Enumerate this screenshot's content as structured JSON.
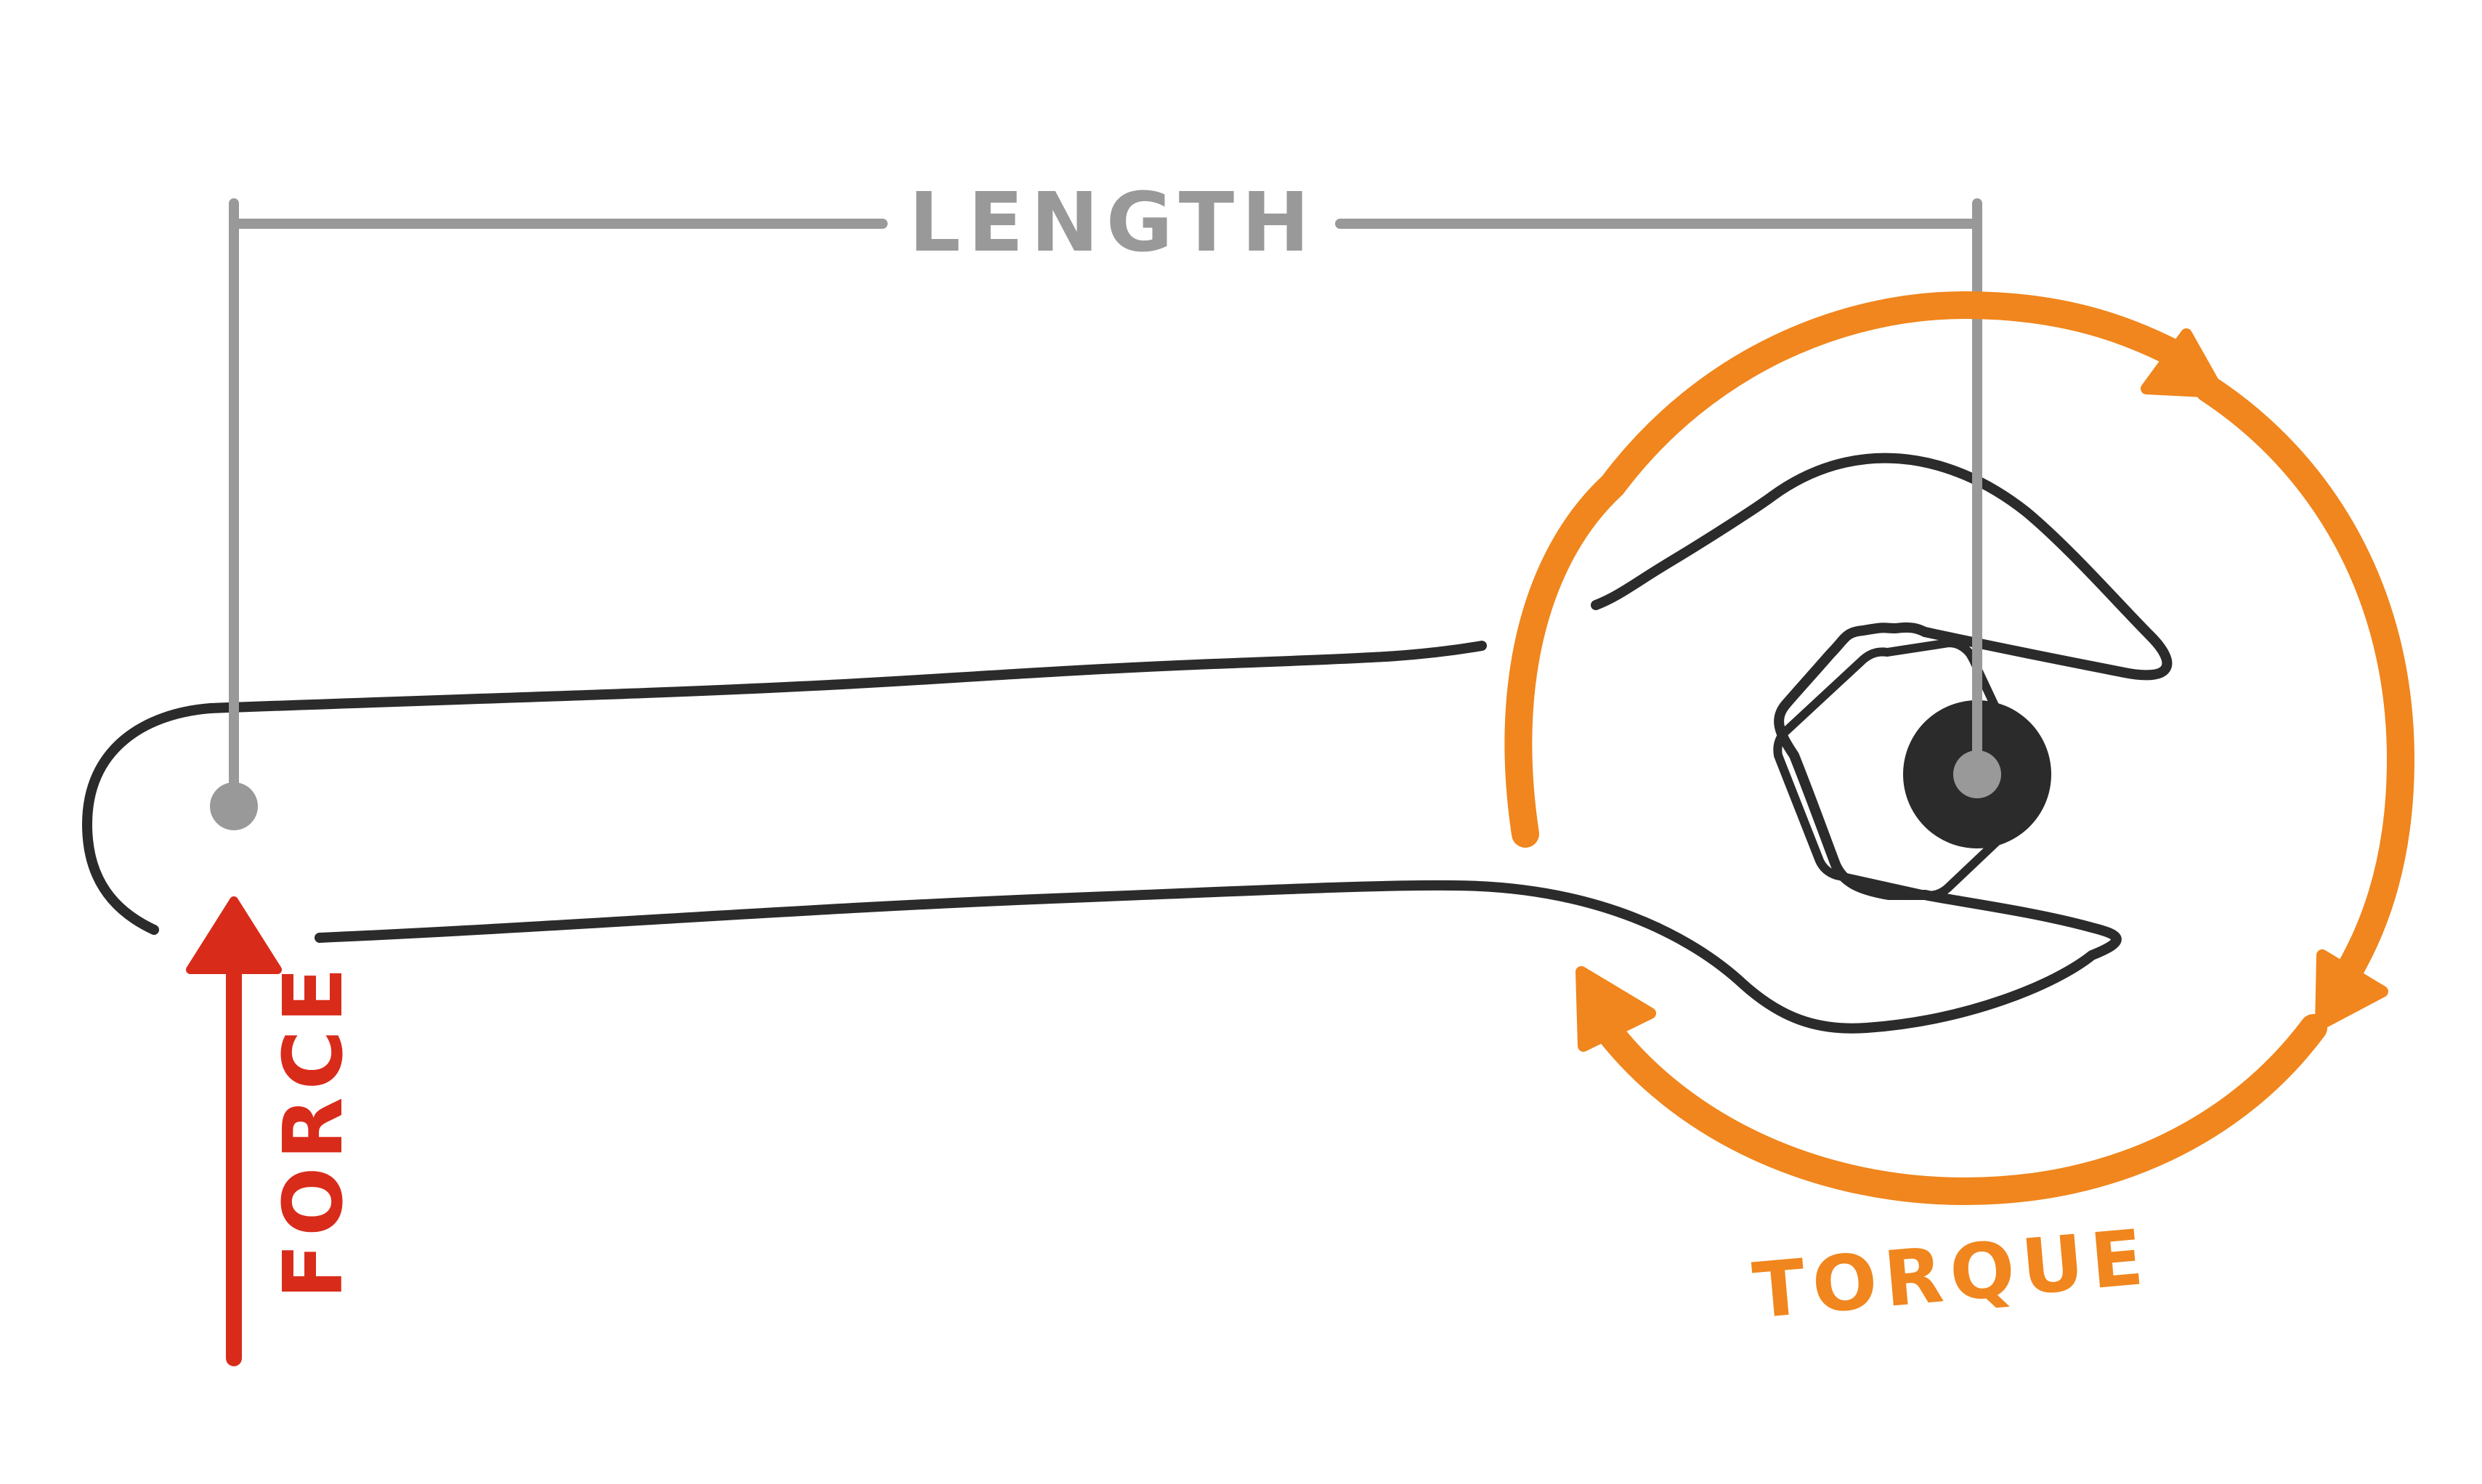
{
  "labels": {
    "length": "LENGTH",
    "force": "FORCE",
    "torque": "TORQUE"
  },
  "colors": {
    "background": "#ffffff",
    "length": "#999999",
    "force": "#d92b1a",
    "torque": "#f0861d",
    "wrench": "#2b2b2b"
  }
}
